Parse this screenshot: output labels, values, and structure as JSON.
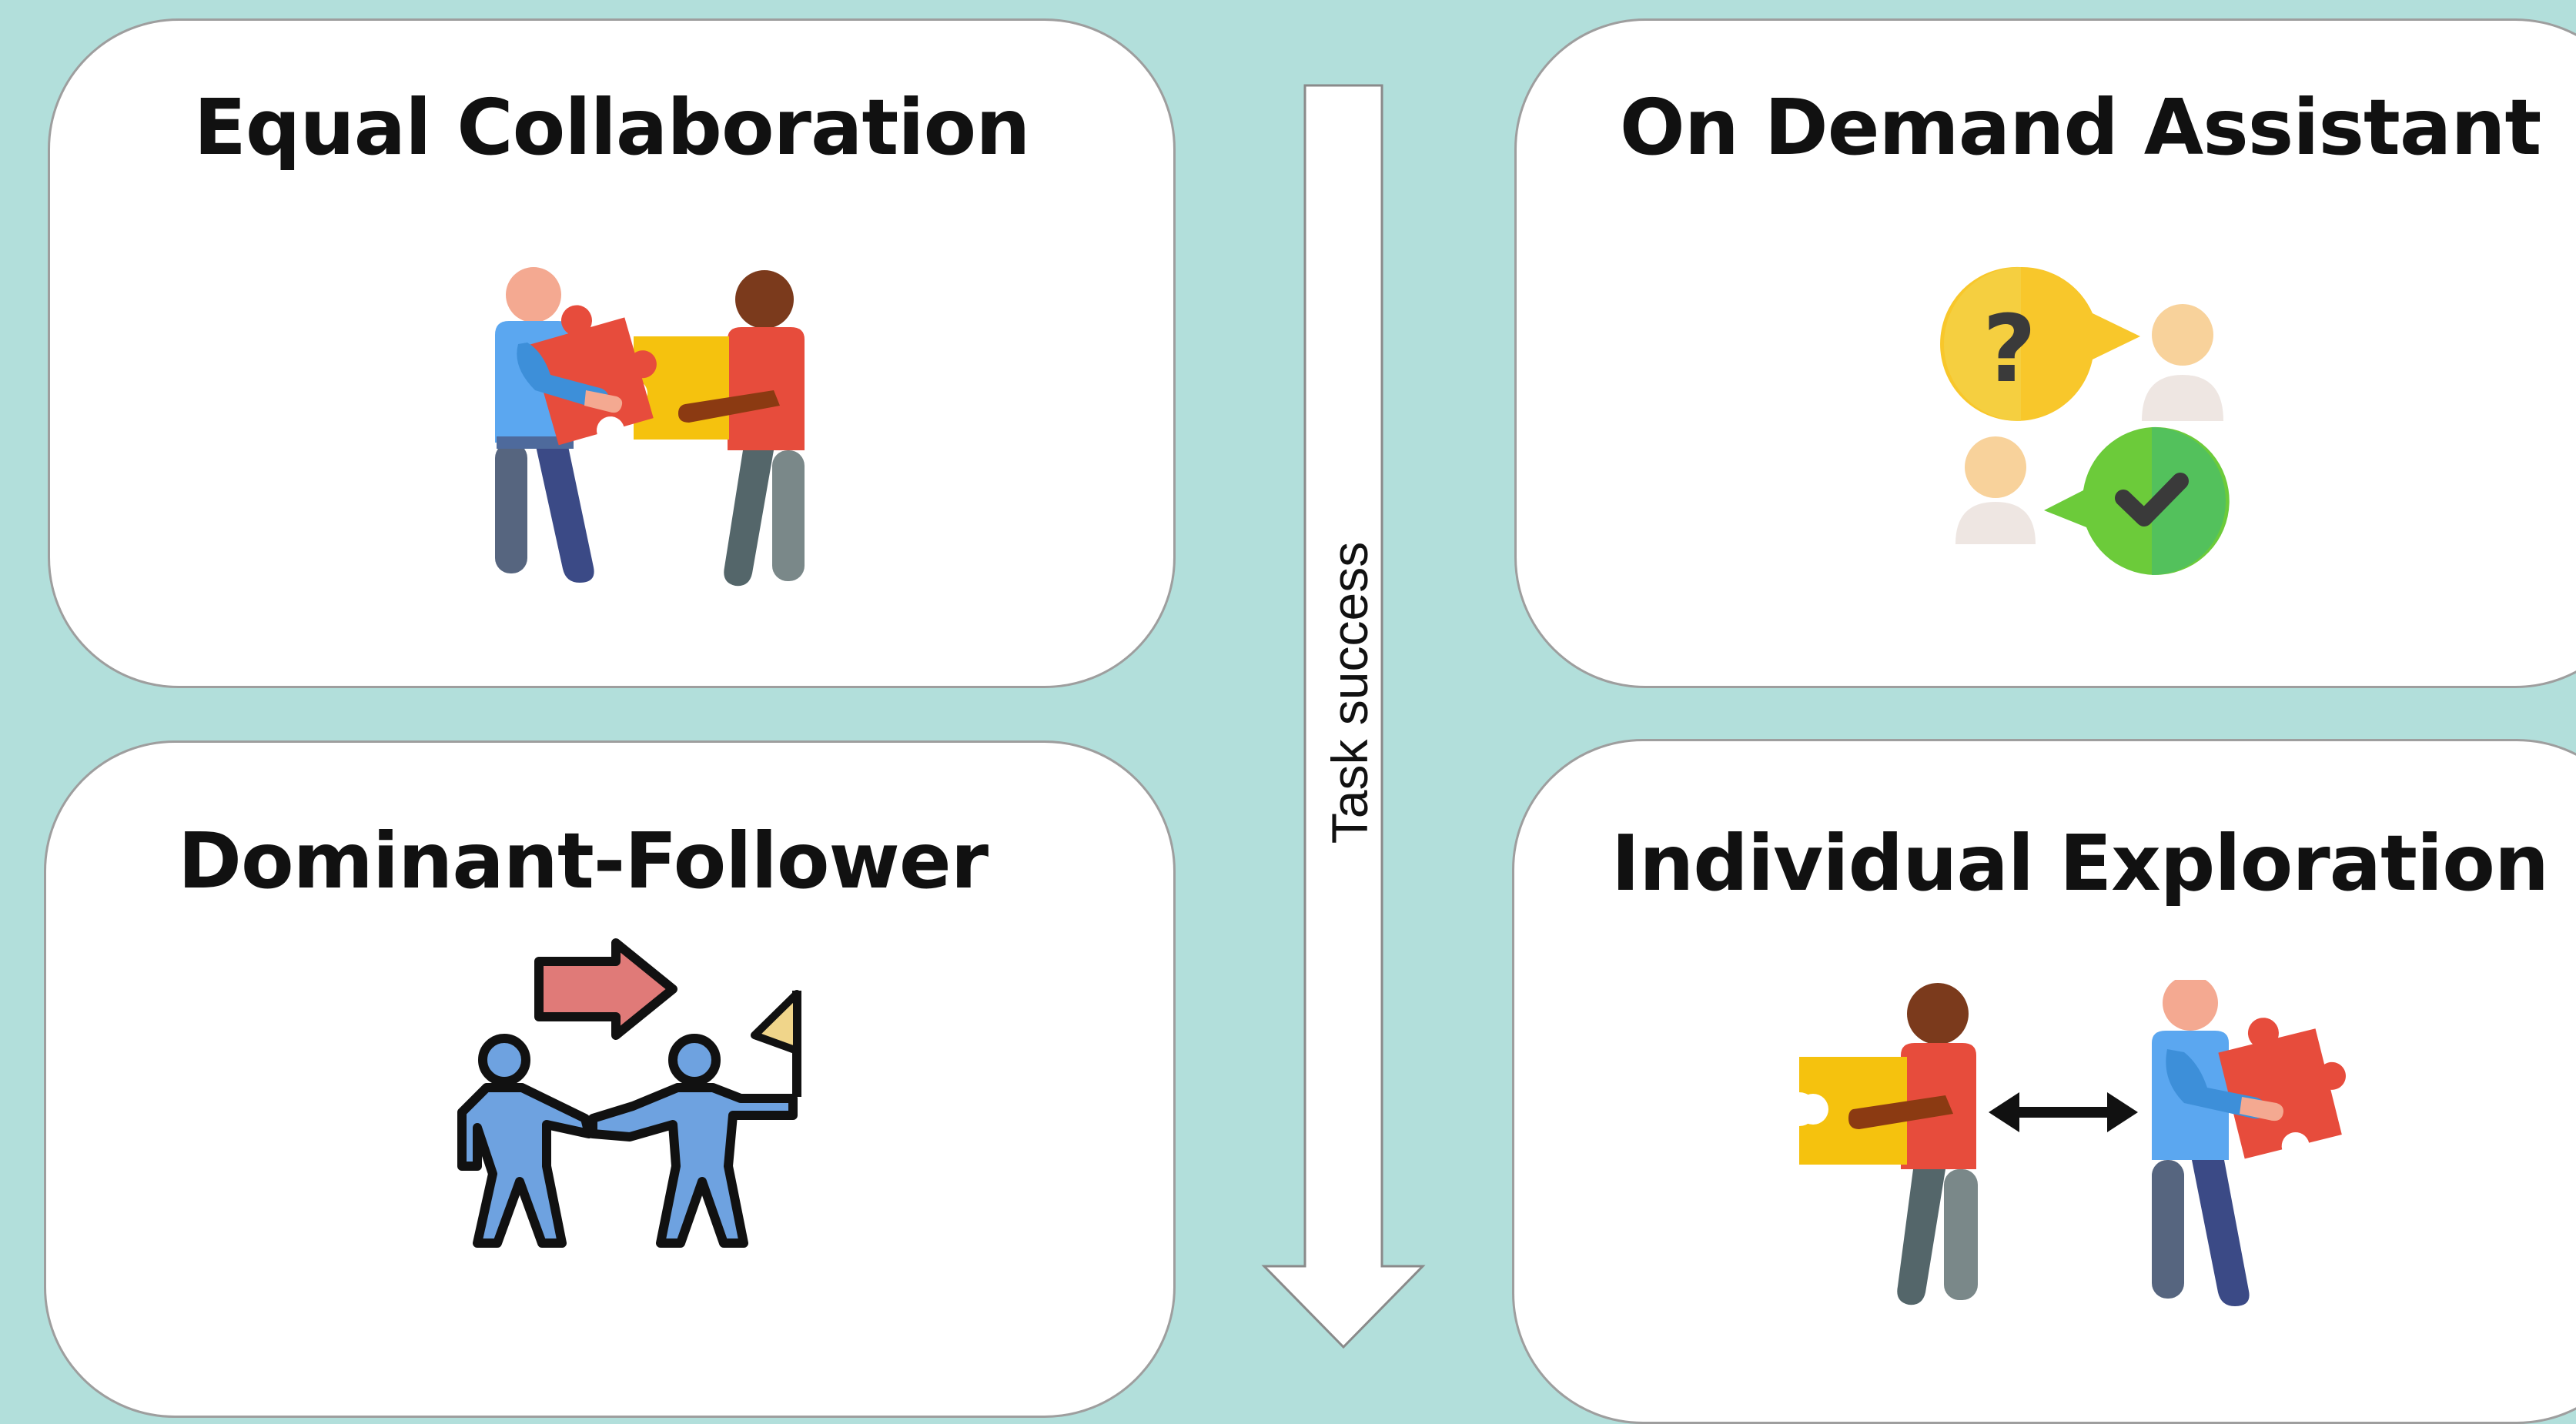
{
  "cards": {
    "equal_collaboration": {
      "title": "Equal Collaboration",
      "icon": "people-joining-puzzle-pieces"
    },
    "on_demand_assistant": {
      "title": "On Demand Assistant",
      "icon": "question-and-answer-chat-bubbles"
    },
    "dominant_follower": {
      "title": "Dominant-Follower",
      "icon": "leader-with-flag-and-follower"
    },
    "individual_exploration": {
      "title": "Individual Exploration",
      "icon": "people-with-separate-puzzle-pieces"
    }
  },
  "axis": {
    "label": "Task success",
    "direction": "down"
  },
  "colors": {
    "background": "#b2dfdb",
    "card": "#ffffff",
    "puzzle_red": "#e74c3c",
    "puzzle_yellow": "#f5c20e",
    "person_blue": "#5ba7f0",
    "follower_blue": "#6ea2e0",
    "arrow_pink": "#e07a78",
    "check_green": "#6ccb3a"
  }
}
